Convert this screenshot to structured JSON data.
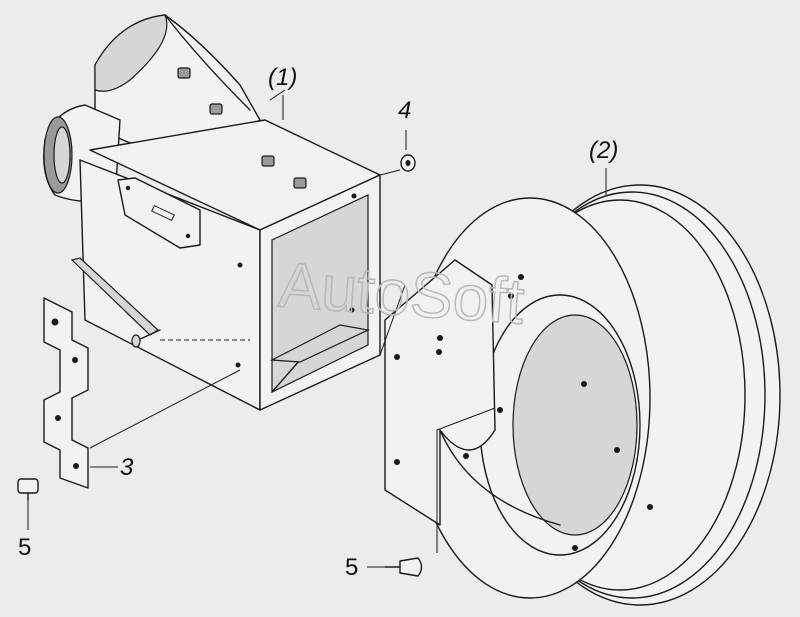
{
  "watermark": "AutoSoft",
  "callouts": [
    {
      "id": "part-1",
      "text": "(1)"
    },
    {
      "id": "part-2",
      "text": "(2)"
    },
    {
      "id": "part-3",
      "text": "3"
    },
    {
      "id": "part-4",
      "text": "4"
    },
    {
      "id": "part-5a",
      "text": "5"
    },
    {
      "id": "part-5b",
      "text": "5"
    }
  ]
}
